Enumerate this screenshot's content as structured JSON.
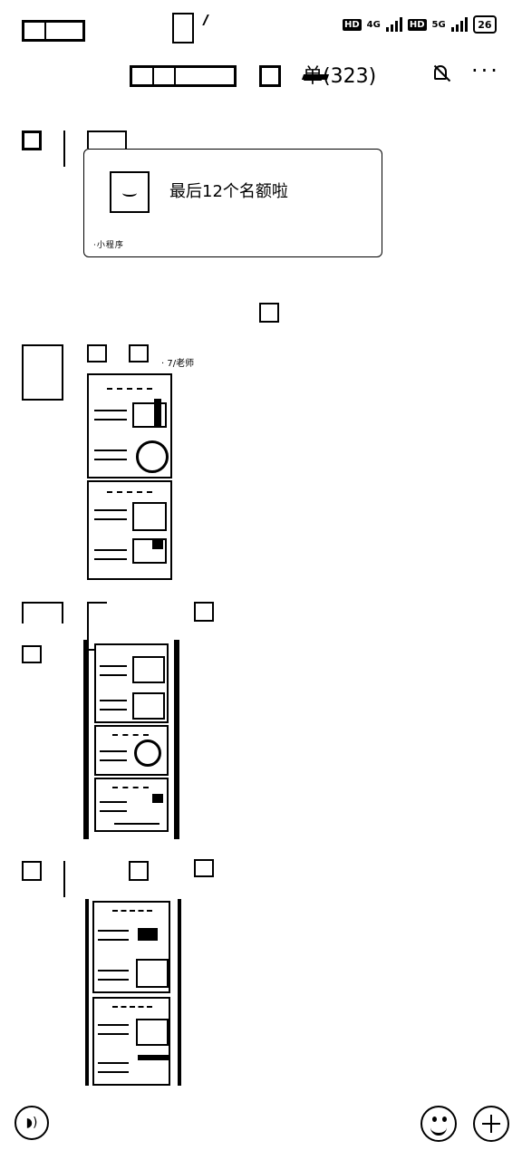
{
  "status_bar": {
    "network_1": "4G",
    "network_2": "5G",
    "hd_1": "HD",
    "hd_2": "HD",
    "battery": "26"
  },
  "header": {
    "title_visible": "单(323)",
    "bell_state": "muted",
    "more": "···"
  },
  "messages": [
    {
      "card": {
        "text": "最后12个名额啦",
        "subtext": "·小程序"
      }
    },
    {
      "sender_suffix": "· 7/老师"
    }
  ],
  "bottom_bar": {
    "voice_icon": "voice-icon",
    "emoji_icon": "emoji-icon",
    "plus_icon": "plus-icon"
  }
}
